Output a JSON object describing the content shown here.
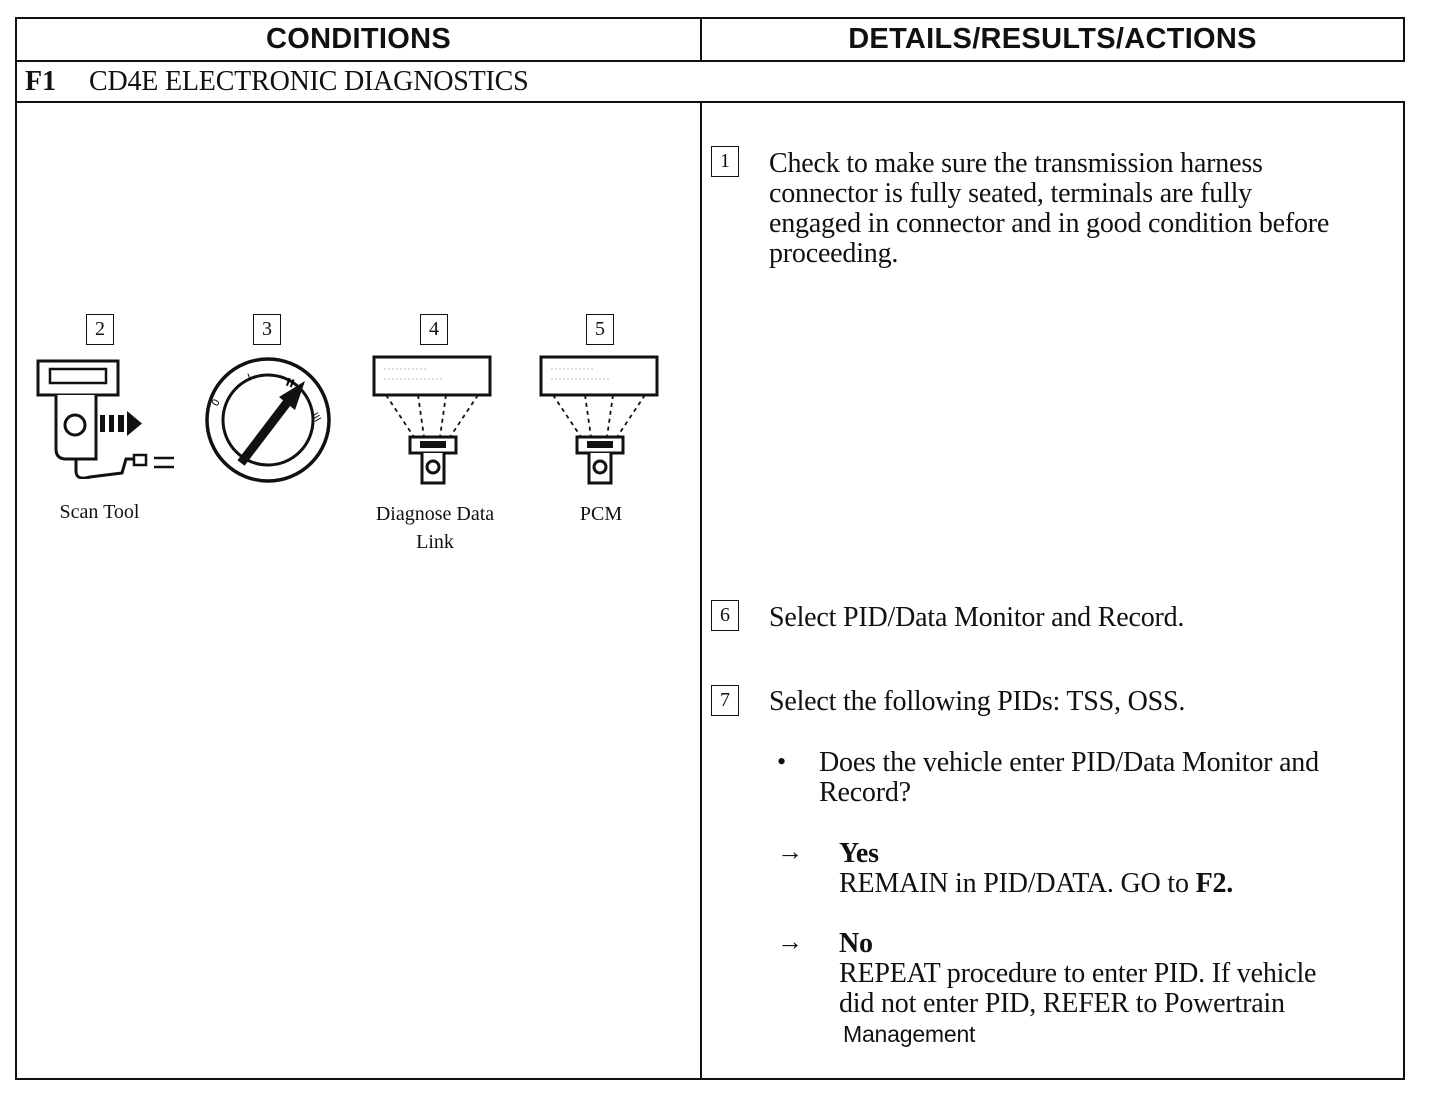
{
  "headers": {
    "conditions": "CONDITIONS",
    "details": "DETAILS/RESULTS/ACTIONS"
  },
  "section": {
    "code": "F1",
    "title": "CD4E ELECTRONIC DIAGNOSTICS"
  },
  "illustrations": [
    {
      "step": "2",
      "caption": "Scan Tool",
      "icon": "scan-tool-icon"
    },
    {
      "step": "3",
      "caption": "",
      "icon": "ignition-key-icon",
      "dial_labels": [
        "0",
        "I",
        "II",
        "III"
      ]
    },
    {
      "step": "4",
      "caption_line1": "Diagnose Data",
      "caption_line2": "Link",
      "icon": "data-link-connector-icon"
    },
    {
      "step": "5",
      "caption": "PCM",
      "icon": "pcm-connector-icon"
    }
  ],
  "steps": {
    "s1": {
      "num": "1",
      "lines": [
        "Check to make sure the transmission harness",
        "connector is fully seated, terminals are fully",
        "engaged in connector and in good condition before",
        "proceeding."
      ]
    },
    "s6": {
      "num": "6",
      "text": "Select PID/Data Monitor and Record."
    },
    "s7": {
      "num": "7",
      "text": "Select the following PIDs: TSS, OSS."
    }
  },
  "question": {
    "bullet": "•",
    "lines": [
      "Does the vehicle enter PID/Data Monitor and",
      "Record?"
    ]
  },
  "outcomes": {
    "yes": {
      "arrow": "→",
      "label": "Yes",
      "action_prefix": "REMAIN in PID/DATA. GO to ",
      "action_ref": "F2."
    },
    "no": {
      "arrow": "→",
      "label": "No",
      "lines": [
        "REPEAT procedure to enter PID. If vehicle",
        "did not enter PID, REFER to Powertrain"
      ],
      "last_line": "Management"
    }
  }
}
